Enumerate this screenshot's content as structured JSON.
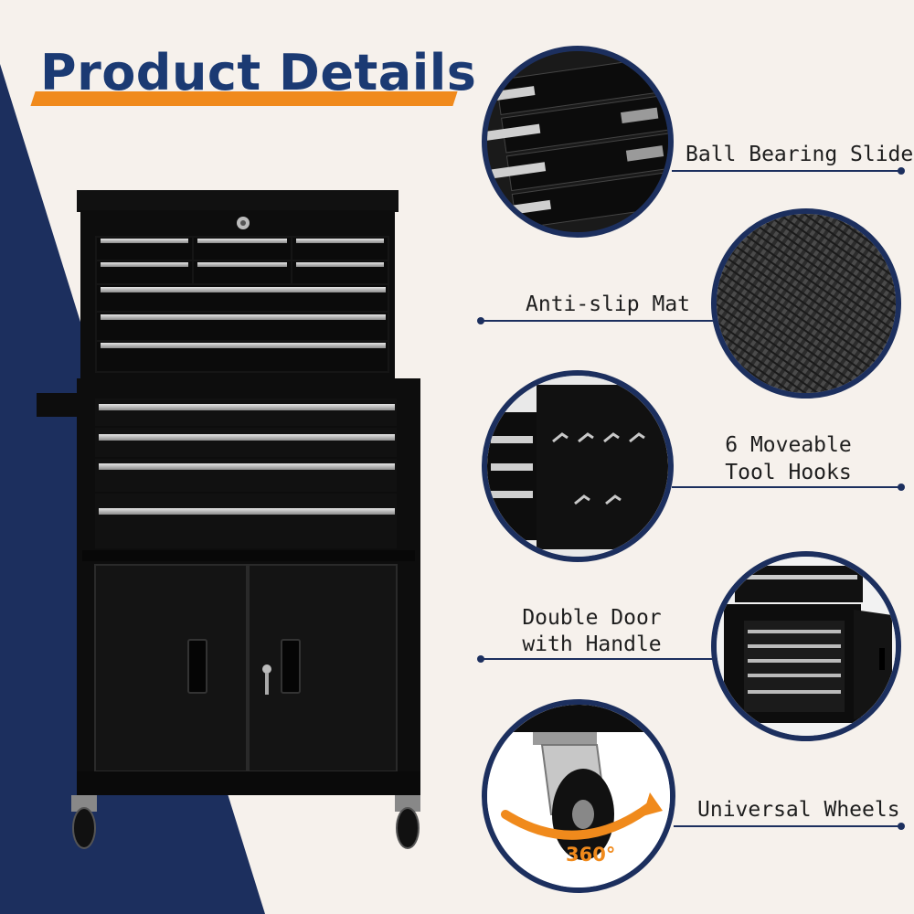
{
  "title": "Product Details",
  "features": {
    "ball_bearing": {
      "label": "Ball Bearing Slide"
    },
    "anti_slip": {
      "label": "Anti-slip Mat"
    },
    "tool_hooks": {
      "line1": "6 Moveable",
      "line2": "Tool Hooks"
    },
    "double_door": {
      "line1": "Double Door",
      "line2": "with Handle"
    },
    "wheels": {
      "label": "Universal Wheels",
      "rotation": "360°"
    }
  },
  "colors": {
    "navy": "#1c2f5e",
    "orange": "#f08a1c",
    "background": "#f6f1ec",
    "cabinet": "#0d0d0d"
  }
}
